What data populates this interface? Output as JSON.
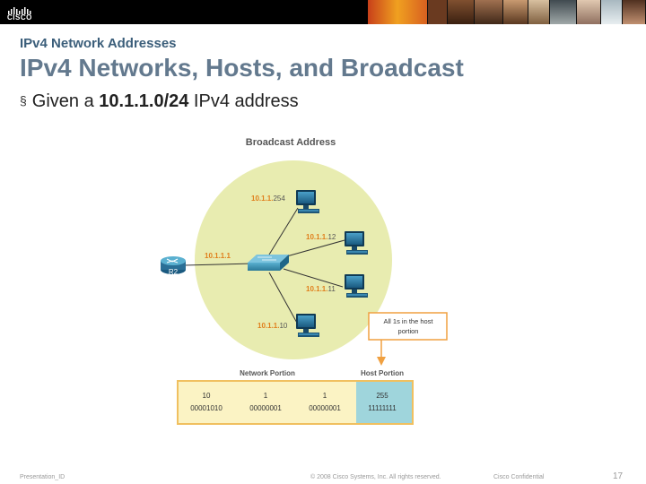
{
  "header": {
    "logo_text": "CISCO",
    "subtitle": "IPv4 Network Addresses",
    "title": "IPv4 Networks, Hosts, and Broadcast"
  },
  "bullet": {
    "prefix": "Given a ",
    "address": "10.1.1.0/24",
    "suffix": " IPv4 address"
  },
  "diagram": {
    "title": "Broadcast Address",
    "router_label": "R2",
    "router_ip": "10.1.1.1",
    "hosts": [
      {
        "network": "10.1.1.",
        "host": "254"
      },
      {
        "network": "10.1.1.",
        "host": "12"
      },
      {
        "network": "10.1.1.",
        "host": "11"
      },
      {
        "network": "10.1.1.",
        "host": "10"
      }
    ],
    "callout": {
      "line1": "All 1s in the host",
      "line2": "portion"
    },
    "network_portion_label": "Network Portion",
    "host_portion_label": "Host Portion",
    "octets": [
      {
        "decimal": "10",
        "binary": "00001010"
      },
      {
        "decimal": "1",
        "binary": "00000001"
      },
      {
        "decimal": "1",
        "binary": "00000001"
      },
      {
        "decimal": "255",
        "binary": "11111111"
      }
    ],
    "colors": {
      "network_area": "#e8ecb0",
      "network_cells": "#fbf3c4",
      "host_cell": "#9fd5dc",
      "accent_orange": "#f0a040",
      "ip_network_text": "#e07f1c"
    }
  },
  "footer": {
    "left": "Presentation_ID",
    "center": "© 2008 Cisco Systems, Inc. All rights reserved.",
    "right": "Cisco Confidential",
    "page": "17"
  }
}
